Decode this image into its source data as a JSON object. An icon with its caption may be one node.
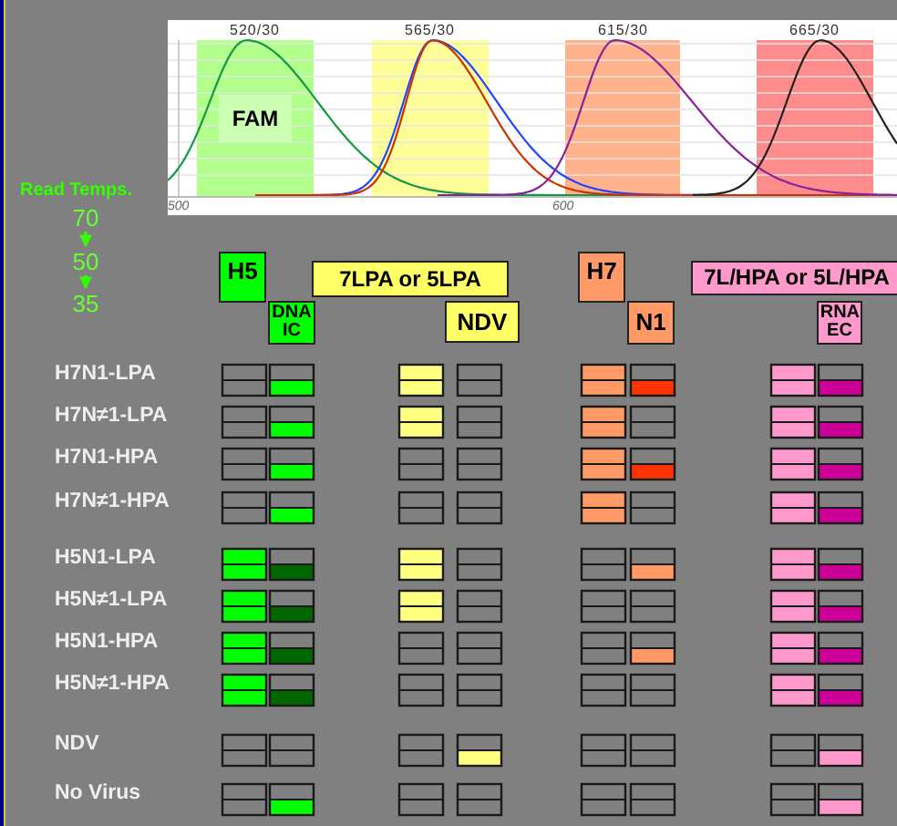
{
  "diagram": {
    "nodes": [
      {
        "text": [
          "FAM"
        ],
        "beside": [
          "520/30"
        ]
      },
      {
        "text": [],
        "shape": "box",
        "beside": [
          "565/30"
        ]
      },
      {
        "text": [],
        "shape": "box",
        "beside": [
          "615/30"
        ]
      },
      {
        "text": [],
        "shape": "box",
        "beside": [
          "665/30"
        ]
      },
      {
        "text": [
          "70"
        ]
      },
      {
        "text": [
          "50"
        ]
      },
      {
        "text": [
          "35"
        ]
      },
      {
        "text": [
          "H5"
        ]
      },
      {
        "text": [
          "7LPA or 5LPA"
        ]
      },
      {
        "text": [
          "H7"
        ]
      },
      {
        "text": [
          "7L/HPA or 5L/HPA"
        ]
      },
      {
        "text": [
          "DNA IC"
        ]
      },
      {
        "text": [
          "NDV"
        ]
      },
      {
        "text": [
          "N1"
        ]
      },
      {
        "text": [
          "RNA EC"
        ]
      }
    ],
    "edges": [
      {
        "from": 4,
        "to": 5,
        "arrow": "to"
      },
      {
        "from": 5,
        "to": 6,
        "arrow": "to"
      }
    ],
    "labels": [
      "500",
      "600",
      "Read Temps.",
      "H7N1-LPA",
      "H7N≠1-LPA",
      "H7N1-HPA",
      "H7N≠1-HPA",
      "H5N1-LPA",
      "H5N≠1-LPA",
      "H5N1-HPA",
      "H5N≠1-HPA",
      "NDV",
      "No Virus"
    ]
  }
}
